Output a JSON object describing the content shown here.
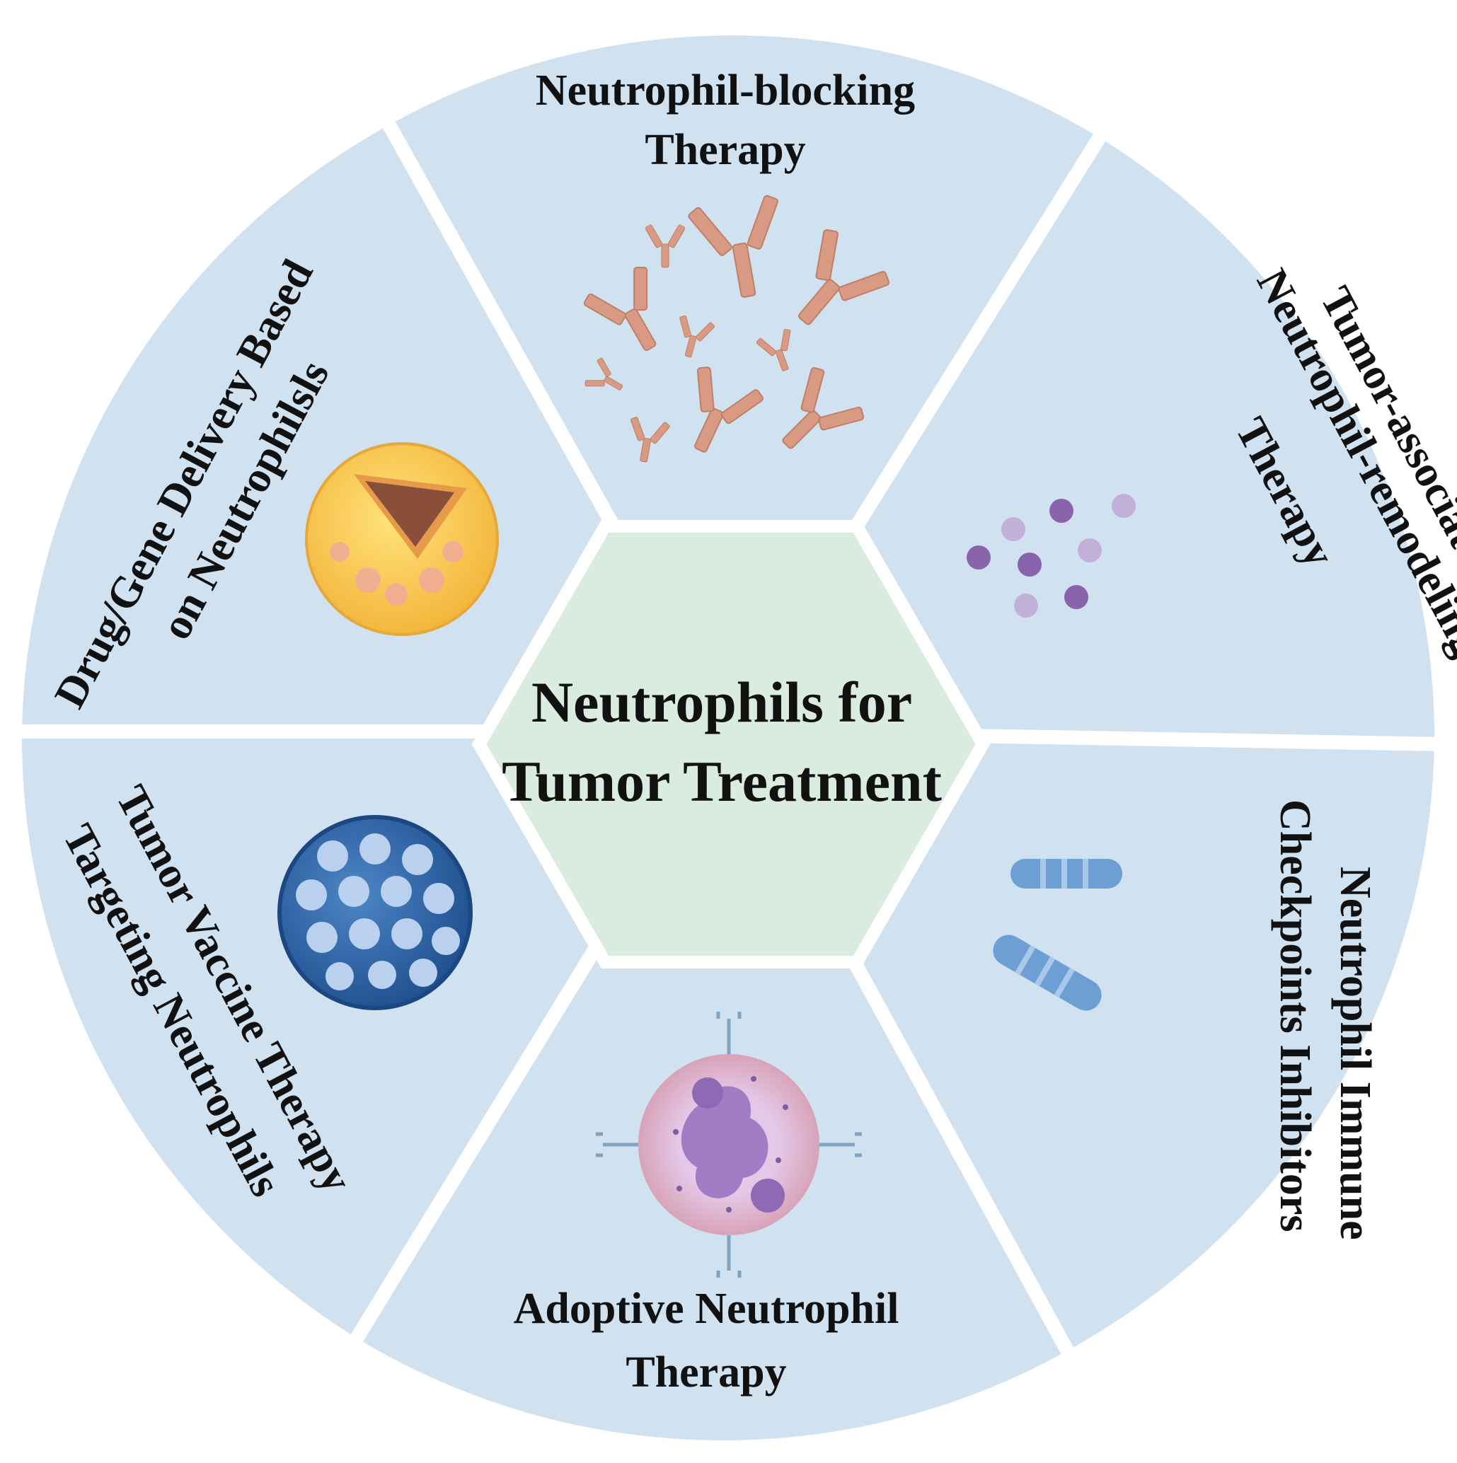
{
  "center": {
    "line1": "Neutrophils for",
    "line2": "Tumor Treatment"
  },
  "segments": {
    "top": {
      "line1": "Neutrophil-blocking",
      "line2": "Therapy",
      "icon": "antibodies-icon"
    },
    "upper_right": {
      "line1": "Tumor-associated",
      "line2": "Neutrophil-remodeling",
      "line3": "Therapy",
      "icon": "molecules-icon"
    },
    "lower_right": {
      "line1": "Neutrophil Immune",
      "line2": "Checkpoints Inhibitors",
      "icon": "inhibitor-capsules-icon"
    },
    "bottom": {
      "line1": "Adoptive Neutrophil",
      "line2": "Therapy",
      "icon": "neutrophil-cell-icon"
    },
    "lower_left": {
      "line1": "Tumor Vaccine Therapy",
      "line2": "Targeting Neutrophils",
      "icon": "vaccine-particle-icon"
    },
    "upper_left": {
      "line1": "Drug/Gene Delivery Based",
      "line2": "on Neutrophilsls",
      "icon": "nanoparticle-icon"
    }
  },
  "colors": {
    "segment_fill": "#d0e1f0",
    "center_fill": "#d9ecdf",
    "antibody": "#d89a82",
    "molecule_dark": "#8a63ad",
    "molecule_light": "#c2b0d8",
    "vaccine": "#2f66a8",
    "capsule": "#6e9fd4",
    "cell": "#c8a2d6",
    "nanoparticle_shell": "#f6c84a",
    "nanoparticle_core": "#8a4f3a"
  }
}
